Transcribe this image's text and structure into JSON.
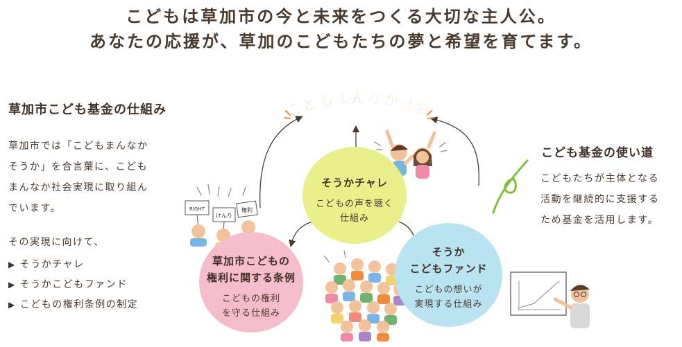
{
  "headline": {
    "line1": "こどもは草加市の今と未来をつくる大切な主人公。",
    "line2": "あなたの応援が、草加のこどもたちの夢と希望を育てます。"
  },
  "left": {
    "title": "草加市こども基金の仕組み",
    "body_lines": [
      "草加市では「こどもまんなか",
      "そうか」を合言葉に、こども",
      "まんなか社会実現に取り組ん",
      "でいます。"
    ],
    "sub": "その実現に向けて、",
    "bullets": [
      "そうかチャレ",
      "そうかこどもファンド",
      "こどもの権利条例の制定"
    ]
  },
  "right": {
    "title": "こども基金の使い道",
    "body_lines": [
      "こどもたちが主体となる",
      "活動を継続的に支援する",
      "ため基金を活用します。"
    ]
  },
  "diagram": {
    "top_label": "こどもまんなか社会",
    "yellow": {
      "title": "そうかチャレ",
      "text_lines": [
        "こどもの声を聴く",
        "仕組み"
      ]
    },
    "pink": {
      "title_lines": [
        "草加市こどもの",
        "権利に関する条例"
      ],
      "text_lines": [
        "こどもの権利",
        "を守る仕組み"
      ]
    },
    "blue": {
      "title_lines": [
        "そうか",
        "こどもファンド"
      ],
      "text_lines": [
        "こどもの想いが",
        "実現する仕組み"
      ]
    },
    "signs": [
      "RIGHT",
      "けんり",
      "権利"
    ]
  },
  "colors": {
    "text": "#4a3a2e",
    "yellow": "#e9ef8a",
    "pink": "#f5bccb",
    "blue": "#b9e3f1",
    "accent_orange": "#f08a3c",
    "leaf_green": "#7fbf3a"
  }
}
